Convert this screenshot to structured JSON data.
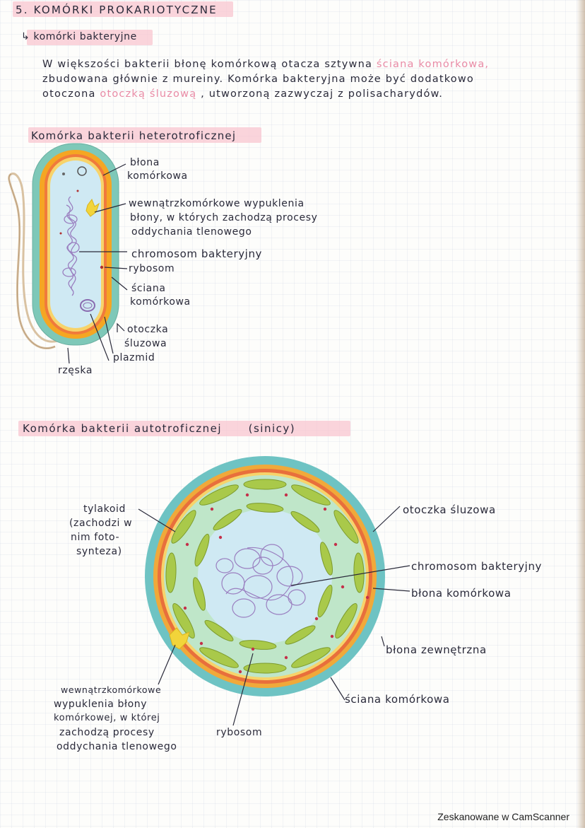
{
  "heading": {
    "title": "5. KOMÓRKI PROKARIOTYCZNE",
    "subtitle": "↳ komórki bakteryjne"
  },
  "intro": {
    "line1_pre": "W większości bakterii błonę komórkową otacza sztywna",
    "line1_pink": "ściana komórkowa,",
    "line2": "zbudowana głównie z mureiny. Komórka bakteryjna może być dodatkowo",
    "line3_pre": "otoczona",
    "line3_pink": "otoczką śluzową",
    "line3_post": ", utworzoną zazwyczaj z polisacharydów."
  },
  "section1": {
    "title": "Komórka bakterii heterotroficznej",
    "labels": {
      "membrane_1": "błona",
      "membrane_2": "komórkowa",
      "invag_1": "wewnątrzkomórkowe wypuklenia",
      "invag_2": "błony, w których zachodzą procesy",
      "invag_3": "oddychania tlenowego",
      "chromosome": "chromosom bakteryjny",
      "ribosome": "rybosom",
      "wall_1": "ściana",
      "wall_2": "komórkowa",
      "capsule_1": "otoczka",
      "capsule_2": "śluzowa",
      "plasmid": "plazmid",
      "flagellum": "rzęska"
    }
  },
  "section2": {
    "title": "Komórka bakterii autotroficznej",
    "title_paren": "(sinicy)",
    "labels": {
      "thylakoid_1": "tylakoid",
      "thylakoid_2": "(zachodzi w",
      "thylakoid_3": "nim foto-",
      "thylakoid_4": "synteza)",
      "capsule": "otoczka śluzowa",
      "chromosome": "chromosom bakteryjny",
      "membrane": "błona komórkowa",
      "outer_membrane": "błona zewnętrzna",
      "wall": "ściana komórkowa",
      "invag_1": "wewnątrzkomórkowe",
      "invag_2": "wypuklenia błony",
      "invag_3": "komórkowej, w której",
      "invag_4": "zachodzą procesy",
      "invag_5": "oddychania tlenowego",
      "ribosome": "rybosom"
    }
  },
  "footer": {
    "scanner": "Zeskanowane w CamScanner"
  },
  "colors": {
    "highlight": "#f8c6d0",
    "pink_text": "#e98ba6",
    "cytoplasm": "#cfe9f3",
    "capsule": "#7ec8b8",
    "wall": "#f5a623",
    "membrane": "#f07a3c",
    "thylakoid": "#a9c94a",
    "chromosome": "#9a7fc0"
  }
}
